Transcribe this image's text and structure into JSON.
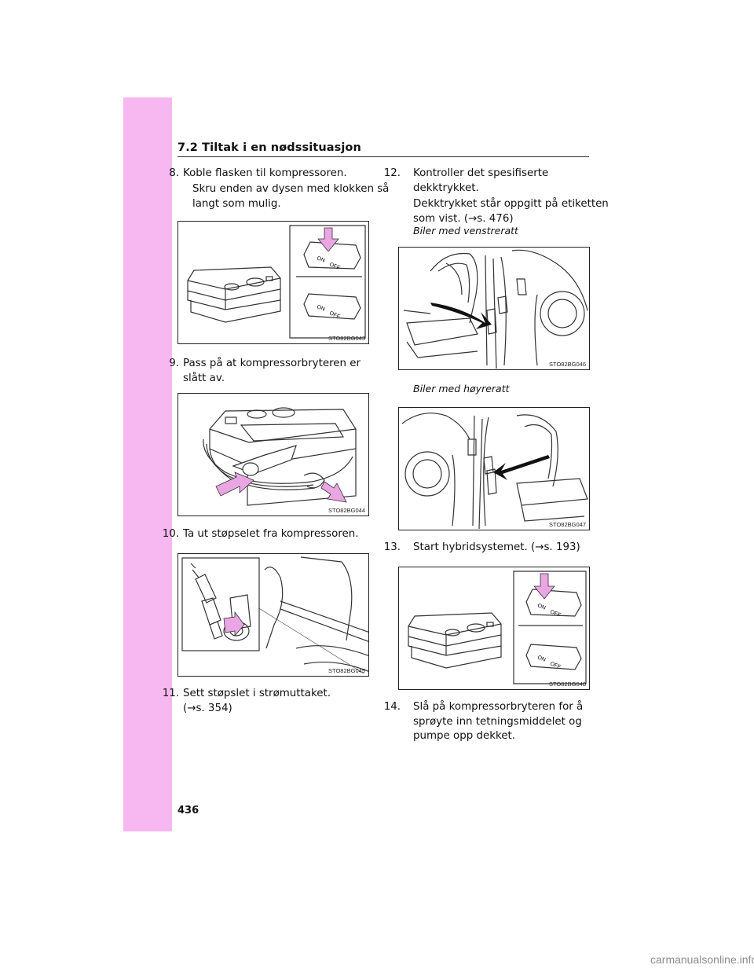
{
  "header": {
    "section": "7.2  Tiltak i en nødssituasjon"
  },
  "page_number": "436",
  "footer": "carmanualsonline.info",
  "steps": {
    "s8": {
      "num": "8.",
      "text": "Koble flasken til kompressoren.",
      "detail": [
        "Skru enden av dysen med klokken så",
        "langt som mulig."
      ]
    },
    "s9": {
      "num": "9.",
      "text": [
        "Pass på at kompressorbryteren er",
        "slått av."
      ]
    },
    "s10": {
      "num": "10.",
      "text": "Ta ut støpselet fra kompressoren."
    },
    "s11": {
      "num": "11.",
      "text": [
        "Sett støpslet i strømuttaket.",
        "(→s. 354)"
      ]
    },
    "s12": {
      "num": "12.",
      "text": [
        "Kontroller det spesifiserte",
        "dekktrykket."
      ],
      "detail": [
        "Dekktrykket står oppgitt på etiketten",
        "som vist. (→s. 476)"
      ]
    },
    "s13": {
      "num": "13.",
      "text": "Start hybridsystemet. (→s. 193)"
    },
    "s14": {
      "num": "14.",
      "text": [
        "Slå på kompressorbryteren for å",
        "sprøyte inn tetningsmiddelet og",
        "pumpe opp dekket."
      ]
    }
  },
  "captions": {
    "lhd": "Biler med venstreratt",
    "rhd": "Biler med høyreratt"
  },
  "figures": {
    "f43": {
      "code": "STO82BG043",
      "switch_on": "ON",
      "switch_off": "OFF"
    },
    "f44": {
      "code": "STO82BG044"
    },
    "f45": {
      "code": "STO82BG045"
    },
    "f46": {
      "code": "STO82BG046"
    },
    "f47": {
      "code": "STO82BG047"
    },
    "f48": {
      "code": "STO82BG048",
      "switch_on": "ON",
      "switch_off": "OFF"
    }
  },
  "colors": {
    "sidebar": "#f7b7f0",
    "arrow": "#e9a6e3"
  }
}
